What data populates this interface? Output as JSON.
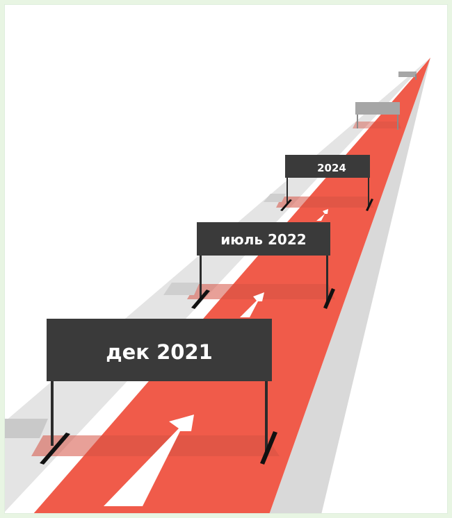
{
  "colors": {
    "background_frame": "#e8f5e3",
    "track": "#f05b4a",
    "track_shadow": "#d94e40",
    "side_path": "#d6d6d6",
    "side_path_light": "#e6e6e6",
    "board": "#3a3a3a",
    "post": "#2b2b2b",
    "arrow": "#ffffff",
    "far_board": "#a6a6a6"
  },
  "hurdles": [
    {
      "label": "дек 2021"
    },
    {
      "label": "июль 2022"
    },
    {
      "label": "2024"
    },
    {
      "label": ""
    },
    {
      "label": ""
    }
  ]
}
